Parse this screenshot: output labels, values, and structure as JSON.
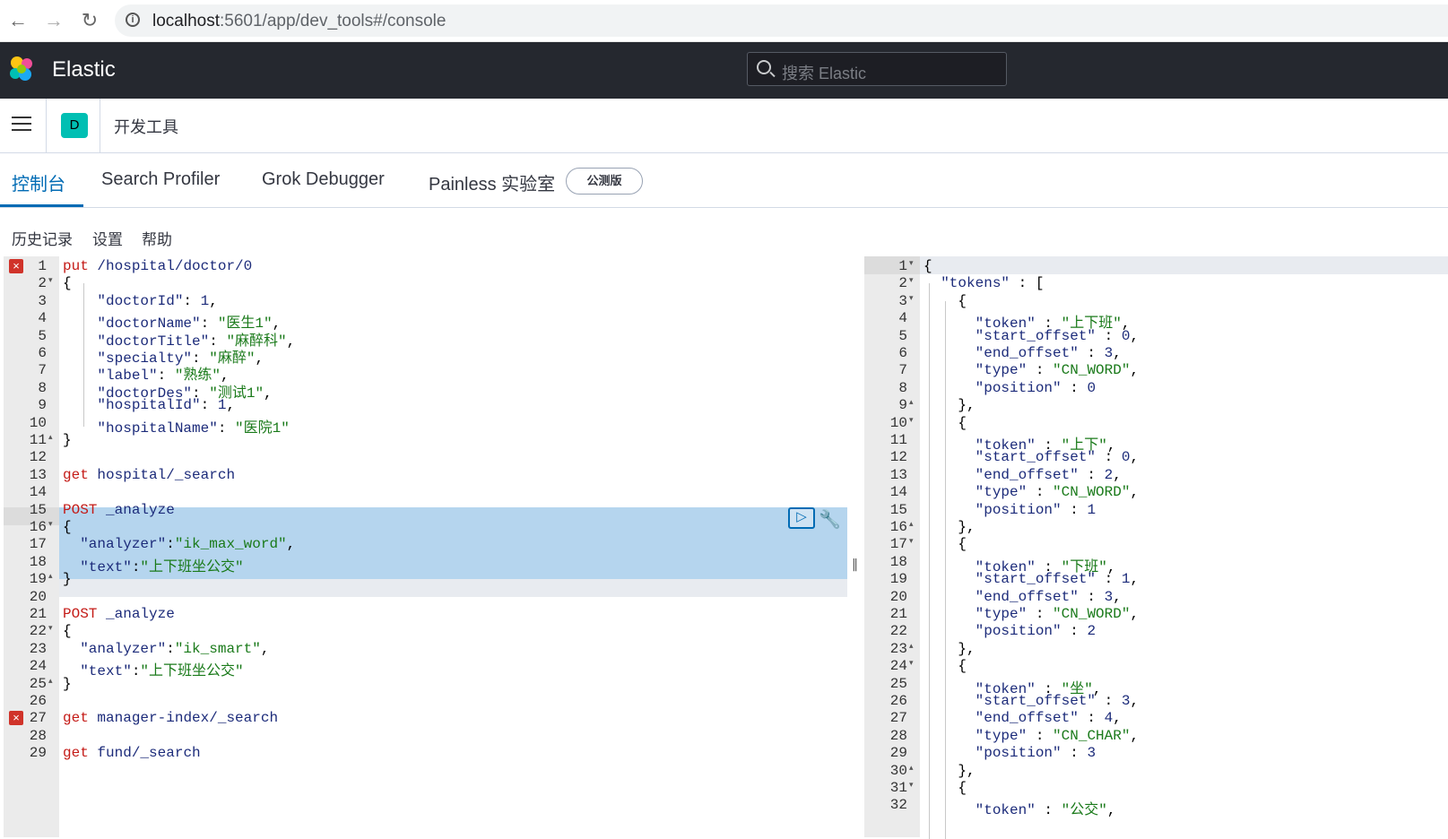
{
  "browser": {
    "url_host": "localhost",
    "url_rest": ":5601/app/dev_tools#/console"
  },
  "header": {
    "brand": "Elastic",
    "search_placeholder": "搜索 Elastic"
  },
  "breadcrumb": {
    "avatar_letter": "D",
    "title": "开发工具"
  },
  "tabs": [
    {
      "label": "控制台",
      "active": true
    },
    {
      "label": "Search Profiler",
      "active": false
    },
    {
      "label": "Grok Debugger",
      "active": false
    },
    {
      "label": "Painless 实验室",
      "active": false
    }
  ],
  "beta_badge": "公测版",
  "toolbar": {
    "history": "历史记录",
    "settings": "设置",
    "help": "帮助"
  },
  "request_lines": [
    {
      "n": "1",
      "fold": "",
      "err": true,
      "code": "put /hospital/doctor/0"
    },
    {
      "n": "2",
      "fold": "▾",
      "code": "{"
    },
    {
      "n": "3",
      "fold": "",
      "code": "    \"doctorId\": 1,"
    },
    {
      "n": "4",
      "fold": "",
      "code": "    \"doctorName\": \"医生1\","
    },
    {
      "n": "5",
      "fold": "",
      "code": "    \"doctorTitle\": \"麻醉科\","
    },
    {
      "n": "6",
      "fold": "",
      "code": "    \"specialty\": \"麻醉\","
    },
    {
      "n": "7",
      "fold": "",
      "code": "    \"label\": \"熟练\","
    },
    {
      "n": "8",
      "fold": "",
      "code": "    \"doctorDes\": \"测试1\","
    },
    {
      "n": "9",
      "fold": "",
      "code": "    \"hospitalId\": 1,"
    },
    {
      "n": "10",
      "fold": "",
      "code": "    \"hospitalName\": \"医院1\""
    },
    {
      "n": "11",
      "fold": "▴",
      "code": "}"
    },
    {
      "n": "12",
      "fold": "",
      "code": ""
    },
    {
      "n": "13",
      "fold": "",
      "code": "get hospital/_search"
    },
    {
      "n": "14",
      "fold": "",
      "code": ""
    },
    {
      "n": "15",
      "fold": "",
      "code": "POST _analyze"
    },
    {
      "n": "16",
      "fold": "▾",
      "code": "{"
    },
    {
      "n": "17",
      "fold": "",
      "code": "  \"analyzer\":\"ik_max_word\","
    },
    {
      "n": "18",
      "fold": "",
      "code": "  \"text\":\"上下班坐公交\""
    },
    {
      "n": "19",
      "fold": "▴",
      "code": "}"
    },
    {
      "n": "20",
      "fold": "",
      "code": ""
    },
    {
      "n": "21",
      "fold": "",
      "code": "POST _analyze"
    },
    {
      "n": "22",
      "fold": "▾",
      "code": "{"
    },
    {
      "n": "23",
      "fold": "",
      "code": "  \"analyzer\":\"ik_smart\","
    },
    {
      "n": "24",
      "fold": "",
      "code": "  \"text\":\"上下班坐公交\""
    },
    {
      "n": "25",
      "fold": "▴",
      "code": "}"
    },
    {
      "n": "26",
      "fold": "",
      "code": ""
    },
    {
      "n": "27",
      "fold": "",
      "err": true,
      "code": "get manager-index/_search"
    },
    {
      "n": "28",
      "fold": "",
      "code": ""
    },
    {
      "n": "29",
      "fold": "",
      "code": "get fund/_search"
    }
  ],
  "response_lines": [
    {
      "n": "1",
      "fold": "▾",
      "code": "{"
    },
    {
      "n": "2",
      "fold": "▾",
      "code": "  \"tokens\" : ["
    },
    {
      "n": "3",
      "fold": "▾",
      "code": "    {"
    },
    {
      "n": "4",
      "fold": "",
      "code": "      \"token\" : \"上下班\","
    },
    {
      "n": "5",
      "fold": "",
      "code": "      \"start_offset\" : 0,"
    },
    {
      "n": "6",
      "fold": "",
      "code": "      \"end_offset\" : 3,"
    },
    {
      "n": "7",
      "fold": "",
      "code": "      \"type\" : \"CN_WORD\","
    },
    {
      "n": "8",
      "fold": "",
      "code": "      \"position\" : 0"
    },
    {
      "n": "9",
      "fold": "▴",
      "code": "    },"
    },
    {
      "n": "10",
      "fold": "▾",
      "code": "    {"
    },
    {
      "n": "11",
      "fold": "",
      "code": "      \"token\" : \"上下\","
    },
    {
      "n": "12",
      "fold": "",
      "code": "      \"start_offset\" : 0,"
    },
    {
      "n": "13",
      "fold": "",
      "code": "      \"end_offset\" : 2,"
    },
    {
      "n": "14",
      "fold": "",
      "code": "      \"type\" : \"CN_WORD\","
    },
    {
      "n": "15",
      "fold": "",
      "code": "      \"position\" : 1"
    },
    {
      "n": "16",
      "fold": "▴",
      "code": "    },"
    },
    {
      "n": "17",
      "fold": "▾",
      "code": "    {"
    },
    {
      "n": "18",
      "fold": "",
      "code": "      \"token\" : \"下班\","
    },
    {
      "n": "19",
      "fold": "",
      "code": "      \"start_offset\" : 1,"
    },
    {
      "n": "20",
      "fold": "",
      "code": "      \"end_offset\" : 3,"
    },
    {
      "n": "21",
      "fold": "",
      "code": "      \"type\" : \"CN_WORD\","
    },
    {
      "n": "22",
      "fold": "",
      "code": "      \"position\" : 2"
    },
    {
      "n": "23",
      "fold": "▴",
      "code": "    },"
    },
    {
      "n": "24",
      "fold": "▾",
      "code": "    {"
    },
    {
      "n": "25",
      "fold": "",
      "code": "      \"token\" : \"坐\","
    },
    {
      "n": "26",
      "fold": "",
      "code": "      \"start_offset\" : 3,"
    },
    {
      "n": "27",
      "fold": "",
      "code": "      \"end_offset\" : 4,"
    },
    {
      "n": "28",
      "fold": "",
      "code": "      \"type\" : \"CN_CHAR\","
    },
    {
      "n": "29",
      "fold": "",
      "code": "      \"position\" : 3"
    },
    {
      "n": "30",
      "fold": "▴",
      "code": "    },"
    },
    {
      "n": "31",
      "fold": "▾",
      "code": "    {"
    },
    {
      "n": "32",
      "fold": "",
      "code": "      \"token\" : \"公交\","
    }
  ],
  "colors": {
    "header_bg": "#25282f",
    "accent": "#006bb4",
    "selection": "#b5d5ee",
    "error": "#d0332a",
    "avatar": "#00bfb3"
  }
}
